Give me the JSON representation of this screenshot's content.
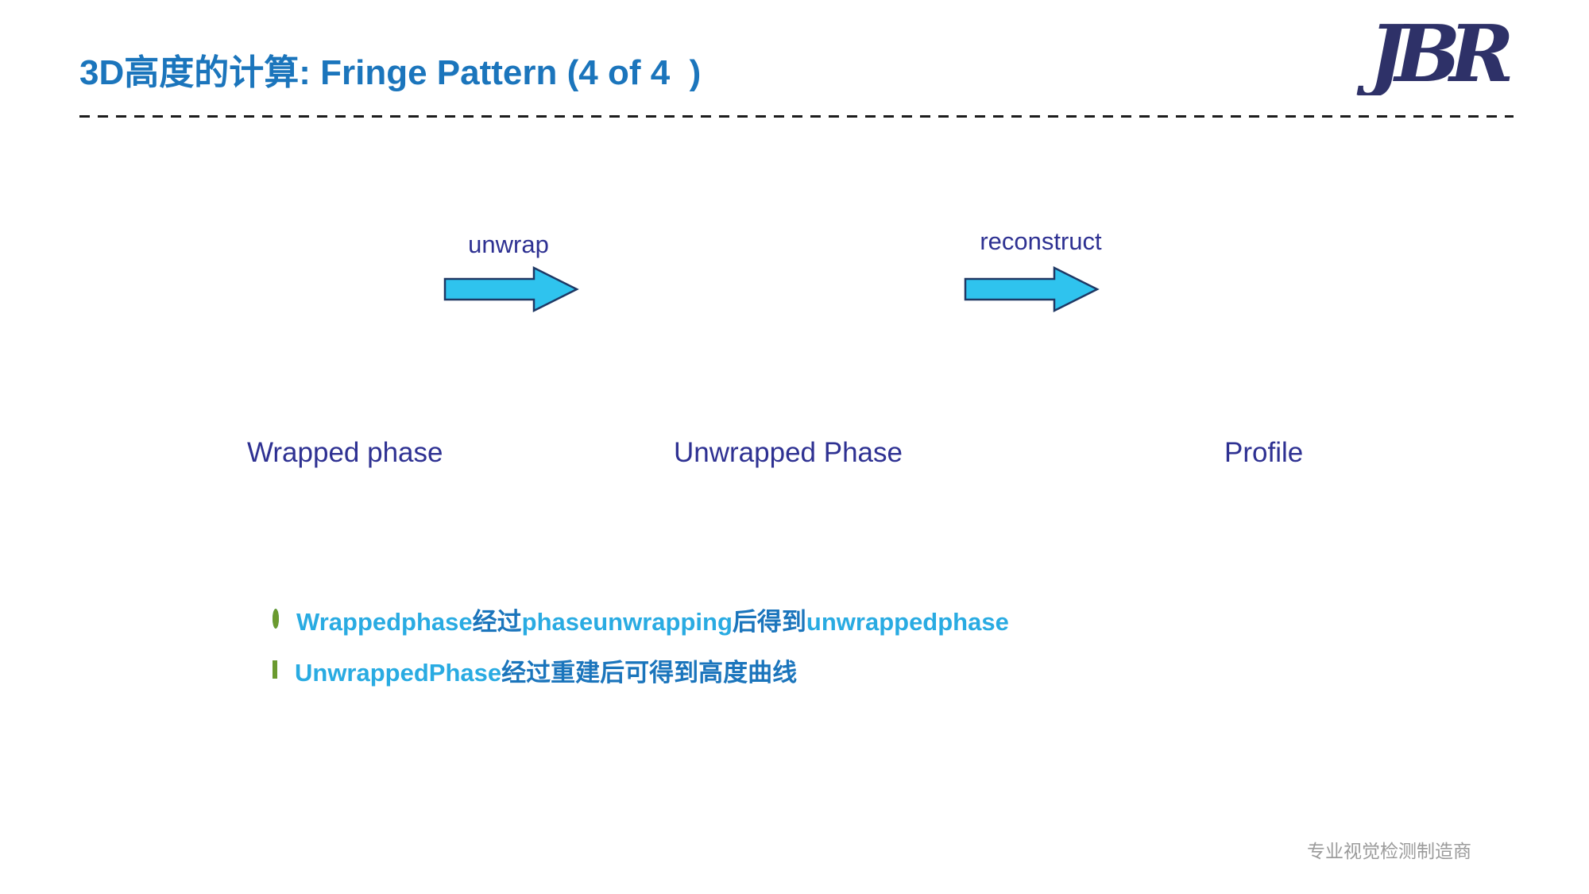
{
  "slide": {
    "title": "3D高度的计算: Fringe Pattern (4 of 4  )",
    "logo_text": "JBR",
    "footer": "专业视觉检测制造商"
  },
  "diagram": {
    "arrow1_label": "unwrap",
    "arrow2_label": "reconstruct",
    "stage_labels": [
      "Wrapped phase",
      "Unwrapped Phase",
      "Profile"
    ]
  },
  "bullets": [
    {
      "segments": [
        {
          "text": "Wrappedphase"
        },
        {
          "text": "经过"
        },
        {
          "text": "phaseunwrapping"
        },
        {
          "text": "后得到"
        },
        {
          "text": "unwrappedphase"
        }
      ]
    },
    {
      "segments": [
        {
          "text": "UnwrappedPhase"
        },
        {
          "text": "经过重建后可得到高度曲线"
        }
      ]
    }
  ],
  "colors": {
    "title_blue": "#1B75BC",
    "label_navy": "#2E3192",
    "arrow_fill": "#2FC3EE",
    "arrow_stroke": "#1F3864",
    "bullet_cyan": "#29ABE2",
    "bullet_dark_blue": "#1B75BC",
    "marker_fill": "#1FA8DC",
    "marker_border": "#6B9A2F",
    "footer_gray": "#9b9b9b",
    "logo_navy": "#2E3168"
  }
}
